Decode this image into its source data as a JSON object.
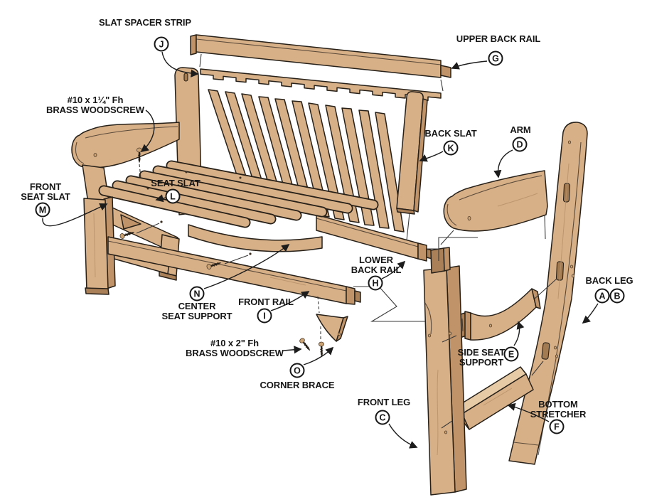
{
  "colors": {
    "background": "#ffffff",
    "wood_face": "#d7b088",
    "wood_light": "#e7cba6",
    "wood_dark": "#c09468",
    "wood_shadow": "#aa8058",
    "outline": "#272018",
    "leader": "#1c1c1c",
    "label": "#161616"
  },
  "labels": {
    "slat_spacer_strip": {
      "text": "SLAT SPACER STRIP",
      "letter": "J"
    },
    "upper_back_rail": {
      "text": "UPPER BACK RAIL",
      "letter": "G"
    },
    "brass_woodscrew_small": {
      "line1": "#10 x 1¼\" Fh",
      "line2": "BRASS WOODSCREW"
    },
    "back_slat": {
      "text": "BACK SLAT",
      "letter": "K"
    },
    "arm": {
      "text": "ARM",
      "letter": "D"
    },
    "front_seat_slat": {
      "line1": "FRONT",
      "line2": "SEAT SLAT",
      "letter": "M"
    },
    "seat_slat": {
      "text": "SEAT SLAT",
      "letter": "L"
    },
    "lower_back_rail": {
      "line1": "LOWER",
      "line2": "BACK RAIL",
      "letter": "H"
    },
    "back_leg": {
      "text": "BACK LEG",
      "letter_a": "A",
      "letter_b": "B"
    },
    "center_seat_support": {
      "line1": "CENTER",
      "line2": "SEAT SUPPORT",
      "letter": "N"
    },
    "front_rail": {
      "text": "FRONT RAIL",
      "letter": "I"
    },
    "brass_woodscrew_large": {
      "line1": "#10 x 2\" Fh",
      "line2": "BRASS WOODSCREW"
    },
    "corner_brace": {
      "text": "CORNER BRACE",
      "letter": "O"
    },
    "side_seat_support": {
      "line1": "SIDE SEAT",
      "line2": "SUPPORT",
      "letter": "E"
    },
    "front_leg": {
      "text": "FRONT LEG",
      "letter": "C"
    },
    "bottom_stretcher": {
      "line1": "BOTTOM",
      "line2": "STRETCHER",
      "letter": "F"
    }
  }
}
